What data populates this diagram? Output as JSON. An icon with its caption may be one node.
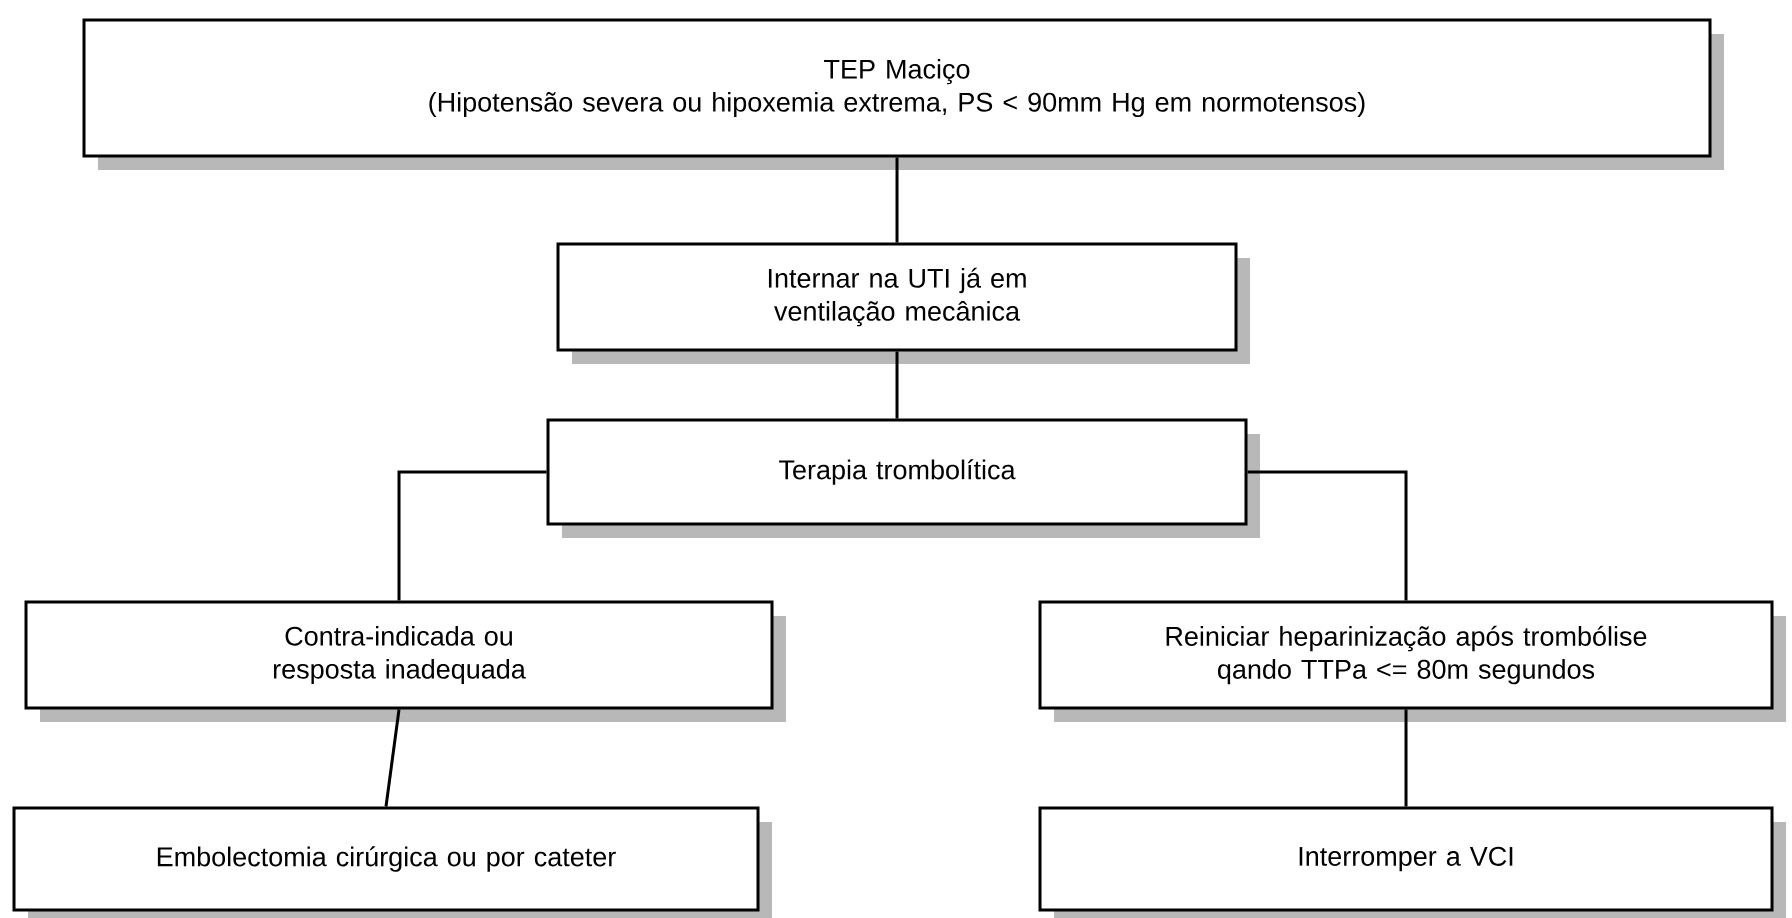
{
  "diagram": {
    "nodes": [
      {
        "text": [
          "TEP Maciço",
          "(Hipotensão severa ou hipoxemia extrema, PS < 90mm Hg em normotensos)"
        ]
      },
      {
        "text": [
          "Internar na UTI já em ventilação mecânica"
        ]
      },
      {
        "text": [
          "Terapia trombolítica"
        ]
      },
      {
        "text": [
          "Contra-indicada ou resposta inadequada"
        ]
      },
      {
        "text": [
          "Reiniciar heparinização após trombólise qando TTPa <= 80m segundos"
        ]
      },
      {
        "text": [
          "Embolectomia cirúrgica ou por cateter"
        ]
      },
      {
        "text": [
          "Interromper a VCI"
        ]
      }
    ],
    "edges": [
      {
        "from": 0,
        "to": 1,
        "arrow": "none"
      },
      {
        "from": 1,
        "to": 2,
        "arrow": "none"
      },
      {
        "from": 2,
        "to": 3,
        "arrow": "none"
      },
      {
        "from": 2,
        "to": 4,
        "arrow": "none"
      },
      {
        "from": 3,
        "to": 5,
        "arrow": "none"
      },
      {
        "from": 4,
        "to": 6,
        "arrow": "none"
      }
    ]
  }
}
